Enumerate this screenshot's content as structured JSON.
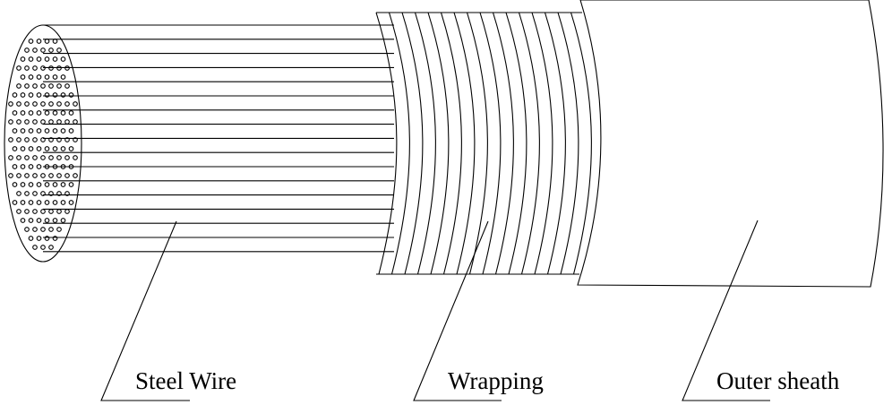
{
  "labels": {
    "steel_wire": "Steel Wire",
    "wrapping": "Wrapping",
    "outer_sheath": "Outer sheath"
  },
  "colors": {
    "line": "#000000",
    "background": "#ffffff"
  }
}
